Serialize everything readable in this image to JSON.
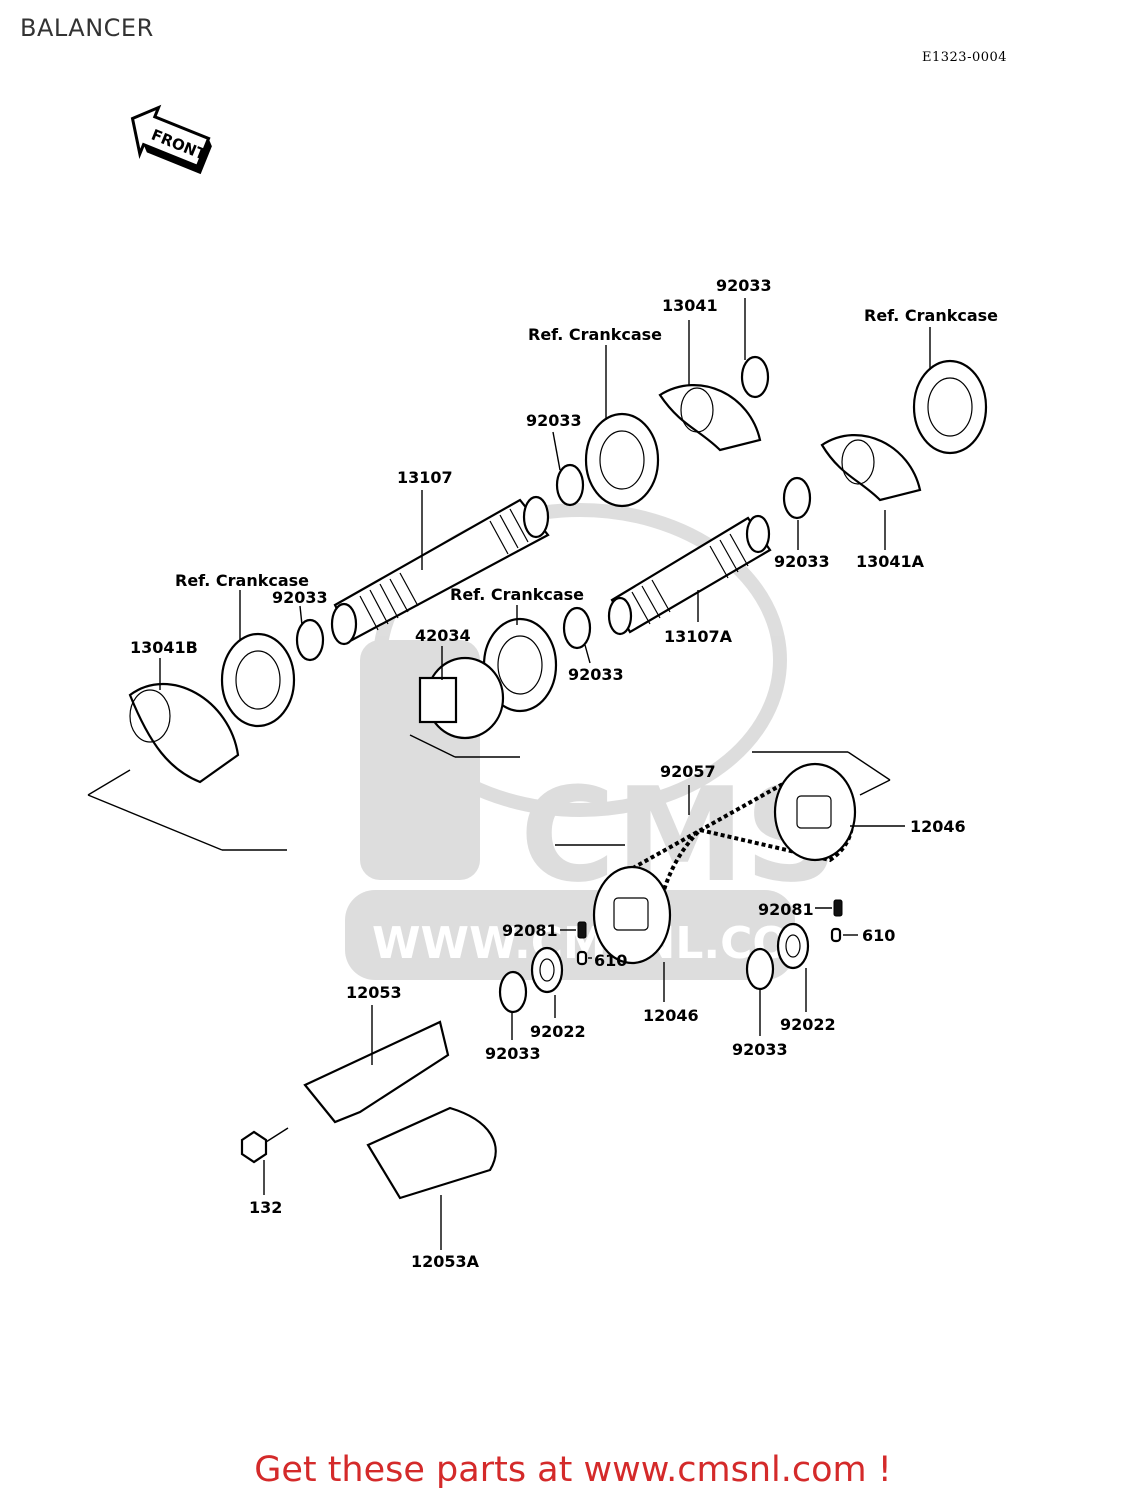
{
  "title": "BALANCER",
  "drawing_code": "E1323-0004",
  "front_indicator": "FRONT",
  "watermark": {
    "brand": "CMS",
    "url": "WWW.CMSNL.COM"
  },
  "call_to_action": "Get these parts at www.cmsnl.com !",
  "part_labels": {
    "p13107": "13107",
    "p13107A": "13107A",
    "p13041": "13041",
    "p13041A": "13041A",
    "p13041B": "13041B",
    "p42034": "42034",
    "p92033_a": "92033",
    "p92033_b": "92033",
    "p92033_c": "92033",
    "p92033_d": "92033",
    "p92033_e": "92033",
    "p92033_f": "92033",
    "p92033_g": "92033",
    "ref_crankcase_a": "Ref. Crankcase",
    "ref_crankcase_b": "Ref. Crankcase",
    "ref_crankcase_c": "Ref. Crankcase",
    "ref_crankcase_d": "Ref. Crankcase",
    "p92057": "92057",
    "p12046_a": "12046",
    "p12046_b": "12046",
    "p92081_a": "92081",
    "p92081_b": "92081",
    "p610_a": "610",
    "p610_b": "610",
    "p92022_a": "92022",
    "p92022_b": "92022",
    "p12053": "12053",
    "p12053A": "12053A",
    "p132": "132"
  }
}
